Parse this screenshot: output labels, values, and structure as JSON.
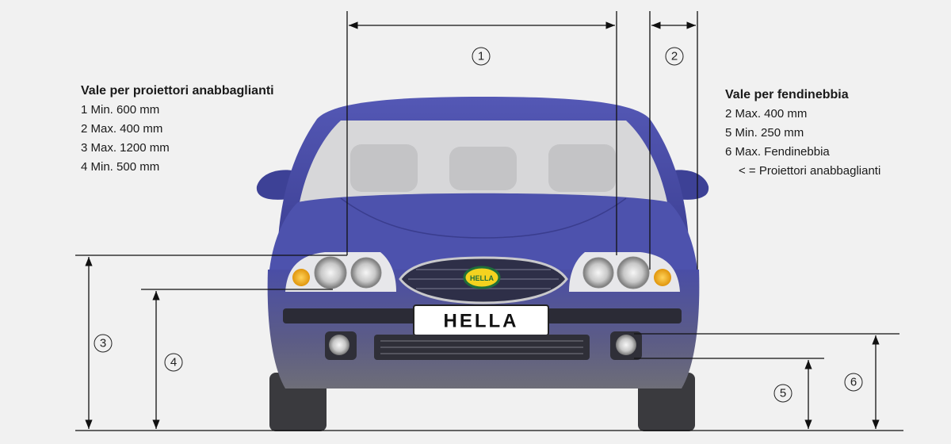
{
  "legend_low_beam": {
    "title": "Vale per proiettori anabbaglianti",
    "items": [
      "1 Min. 600 mm",
      "2 Max. 400 mm",
      "3 Max. 1200 mm",
      "4 Min. 500 mm"
    ]
  },
  "legend_fog": {
    "title": "Vale per fendinebbia",
    "items": [
      "2 Max. 400 mm",
      "5 Min. 250 mm",
      "6 Max. Fendinebbia",
      "< = Proiettori anabbaglianti"
    ]
  },
  "markers": [
    "1",
    "2",
    "3",
    "4",
    "5",
    "6"
  ],
  "car": {
    "plate": "HELLA",
    "logo": "HELLA",
    "body_color": "#4a4fa6",
    "fog_lamp_color": "#f2a91c"
  }
}
